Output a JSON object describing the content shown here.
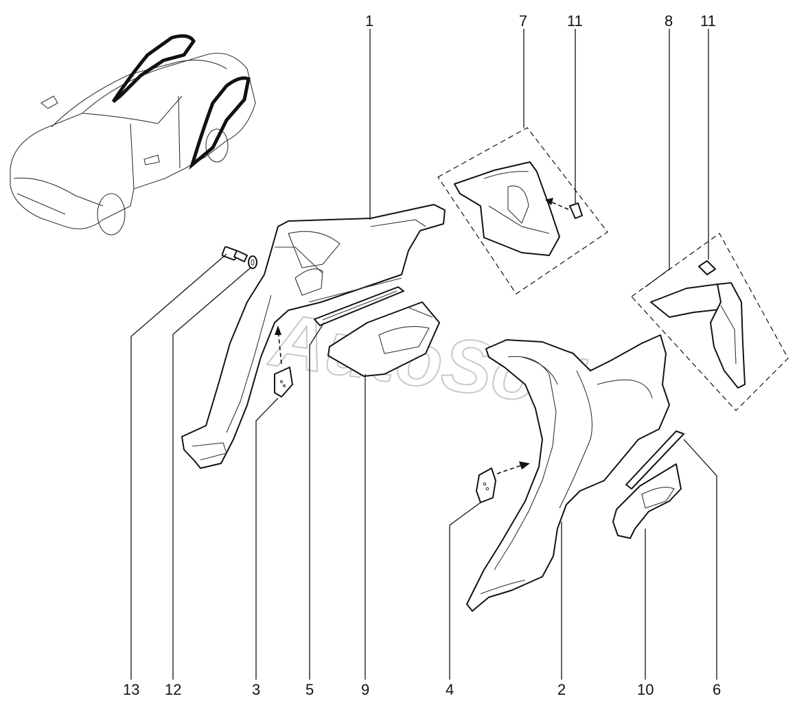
{
  "watermark": "AutoSoft",
  "callouts": [
    {
      "id": "label-1",
      "text": "1"
    },
    {
      "id": "label-7",
      "text": "7"
    },
    {
      "id": "label-11a",
      "text": "11"
    },
    {
      "id": "label-8",
      "text": "8"
    },
    {
      "id": "label-11b",
      "text": "11"
    },
    {
      "id": "label-13",
      "text": "13"
    },
    {
      "id": "label-12",
      "text": "12"
    },
    {
      "id": "label-3",
      "text": "3"
    },
    {
      "id": "label-5",
      "text": "5"
    },
    {
      "id": "label-9",
      "text": "9"
    },
    {
      "id": "label-4",
      "text": "4"
    },
    {
      "id": "label-2",
      "text": "2"
    },
    {
      "id": "label-10",
      "text": "10"
    },
    {
      "id": "label-6",
      "text": "6"
    }
  ]
}
